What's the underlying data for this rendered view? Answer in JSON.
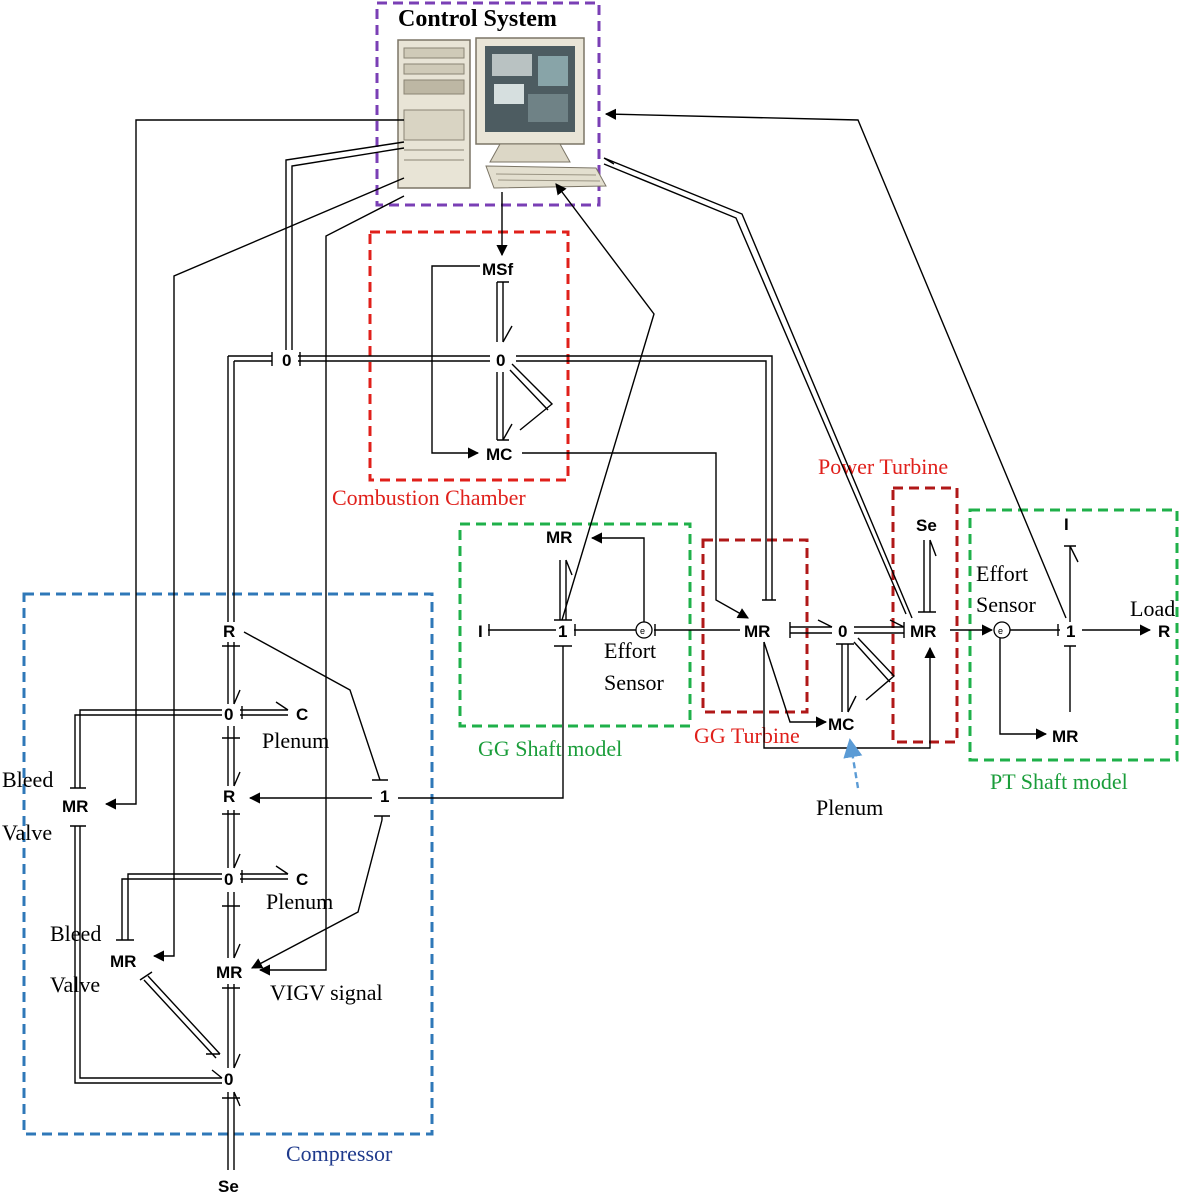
{
  "colors": {
    "purple_box": "#7a3fb5",
    "red_box": "#e0201b",
    "darkred_box": "#b01818",
    "green_box": "#1fb04a",
    "blue_box": "#2f78b8",
    "plenum_arrow": "#5b9bd5"
  },
  "labels": {
    "control_system": "Control System",
    "combustion_chamber": "Combustion Chamber",
    "power_turbine": "Power Turbine",
    "gg_turbine": "GG Turbine",
    "gg_shaft": "GG Shaft model",
    "pt_shaft": "PT Shaft model",
    "compressor": "Compressor",
    "plenum": "Plenum",
    "bleed": "Bleed",
    "valve": "Valve",
    "vigv": "VIGV signal",
    "effort": "Effort",
    "sensor": "Sensor",
    "load": "Load"
  },
  "nodes": {
    "msf": "MSf",
    "zero": "0",
    "one": "1",
    "mc": "MC",
    "mr": "MR",
    "r": "R",
    "c": "C",
    "i": "I",
    "se": "Se",
    "sensor_glyph": "e"
  },
  "icons": {
    "computer": "desktop-computer-icon"
  }
}
